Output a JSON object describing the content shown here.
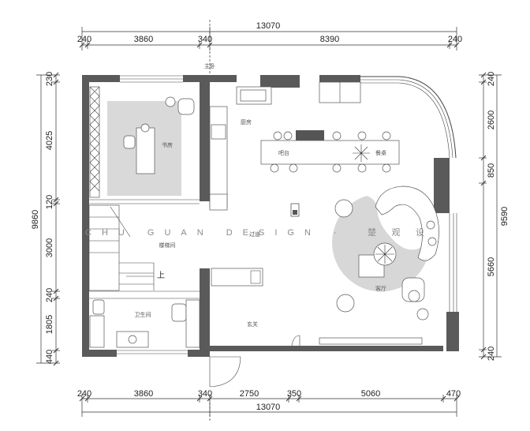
{
  "dimensions": {
    "top_total": "13070",
    "top_segments": [
      "240",
      "3860",
      "340",
      "8390",
      "240"
    ],
    "bottom_total": "13070",
    "bottom_segments": [
      "240",
      "3860",
      "340",
      "2750",
      "350",
      "5060",
      "470"
    ],
    "left_total": "9860",
    "left_segments": [
      "230",
      "4025",
      "120",
      "3000",
      "240",
      "1805",
      "440"
    ],
    "right_total": "9590",
    "right_segments": [
      "240",
      "2600",
      "850",
      "5660",
      "240"
    ]
  },
  "rooms": {
    "master_bedroom": "主卧",
    "kitchen": "厨房",
    "study": "书房",
    "bar": "吧台",
    "dining_table": "餐桌",
    "stair_room": "楼梯间",
    "corridor": "过道",
    "bathroom": "卫生间",
    "living_room": "客厅",
    "entrance": "玄关",
    "stair_up": "上"
  },
  "watermark": {
    "latin": "CHU GUAN DESIGN ·",
    "chinese": "楚 观 设"
  },
  "colors": {
    "wall": "#5a5a5a",
    "carpet": "#d9d9d9",
    "ink": "#222222"
  }
}
